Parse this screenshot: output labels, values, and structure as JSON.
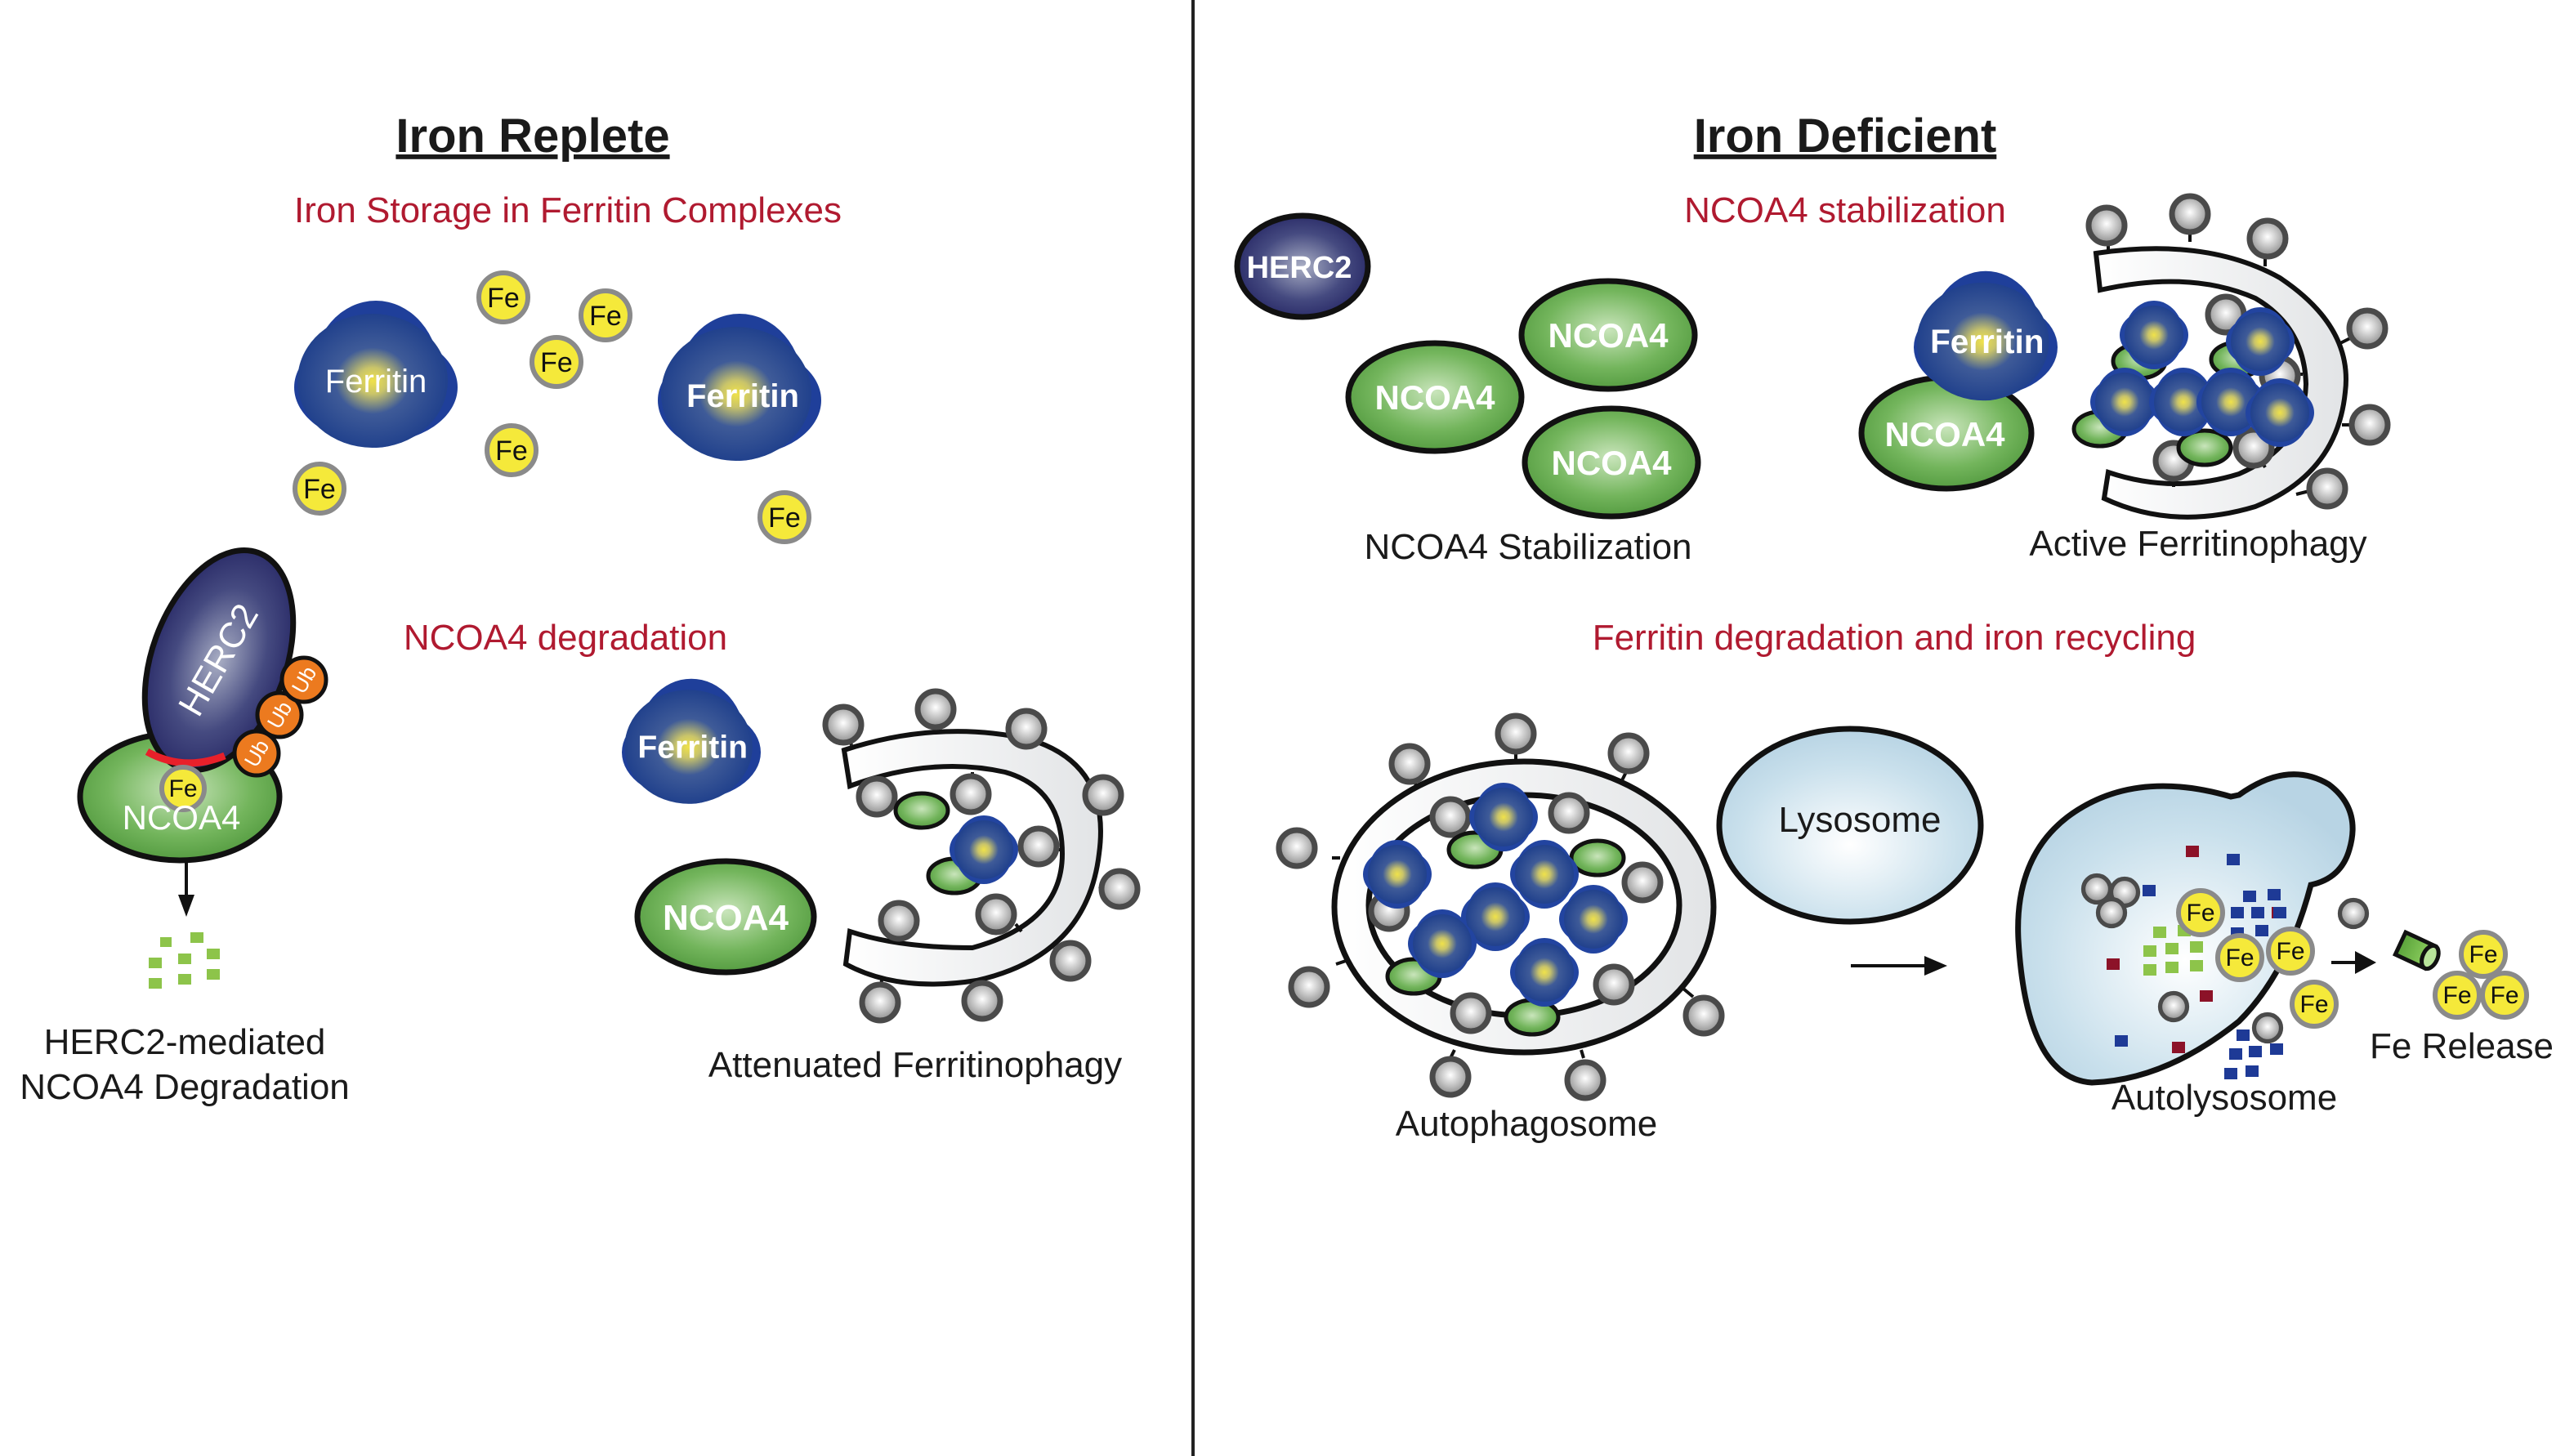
{
  "left_panel": {
    "title": "Iron Replete",
    "sections": {
      "storage": {
        "heading": "Iron Storage in Ferritin Complexes",
        "ferritin_labels": [
          "Ferritin",
          "Ferritin"
        ],
        "fe_label": "Fe",
        "fe_count": 6
      },
      "degradation": {
        "heading": "NCOA4 degradation",
        "herc2_label": "HERC2",
        "ncoa4_label": "NCOA4",
        "fe_label": "Fe",
        "ub_label": "Ub",
        "ub_count": 3,
        "caption_line1": "HERC2-mediated",
        "caption_line2": "NCOA4 Degradation"
      },
      "attenuated": {
        "ferritin_label": "Ferritin",
        "ncoa4_label": "NCOA4",
        "caption": "Attenuated Ferritinophagy"
      }
    }
  },
  "right_panel": {
    "title": "Iron Deficient",
    "sections": {
      "stabilization": {
        "heading": "NCOA4 stabilization",
        "herc2_label": "HERC2",
        "ncoa4_labels": [
          "NCOA4",
          "NCOA4",
          "NCOA4"
        ],
        "caption": "NCOA4 Stabilization"
      },
      "active": {
        "ferritin_label": "Ferritin",
        "ncoa4_label": "NCOA4",
        "caption": "Active Ferritinophagy"
      },
      "recycling": {
        "heading": "Ferritin degradation and iron recycling",
        "autophagosome_caption": "Autophagosome",
        "lysosome_label": "Lysosome",
        "autolysosome_caption": "Autolysosome",
        "fe_label": "Fe",
        "fe_release_caption": "Fe Release"
      }
    }
  },
  "colors": {
    "heading_red": "#b01a30",
    "ferritin_blue": "#1e3f8f",
    "ferritin_core": "#e8d84a",
    "ncoa4_green": "#5fa34a",
    "herc2_navy": "#2a2a6a",
    "fe_yellow": "#f5e93a",
    "ub_orange": "#ec7a1f",
    "lysosome_blue": "#c3dce9",
    "lc3_gray": "#9a9a9a"
  }
}
